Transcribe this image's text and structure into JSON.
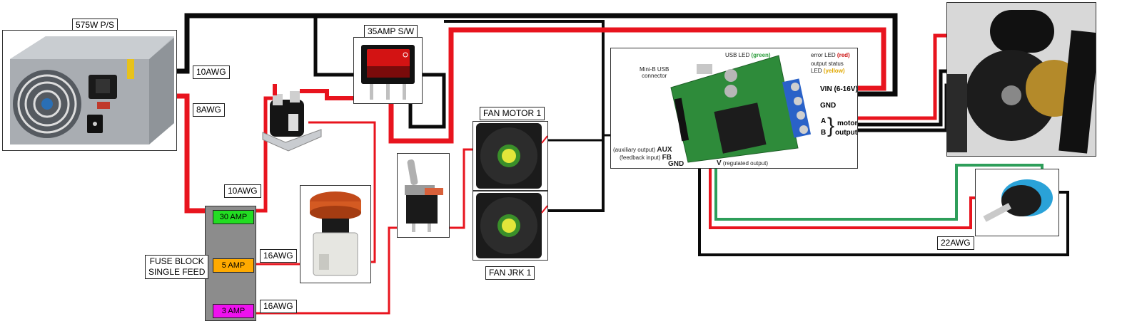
{
  "labels": {
    "psu": "575W P/S",
    "switch": "35AMP S/W",
    "fan_motor": "FAN MOTOR 1",
    "fan_jrk": "FAN JRK 1",
    "awg_10_top": "10AWG",
    "awg_8": "8AWG",
    "awg_10_mid": "10AWG",
    "awg_16_a": "16AWG",
    "awg_16_b": "16AWG",
    "awg_22": "22AWG",
    "fuse_block_line1": "FUSE BLOCK",
    "fuse_block_line2": "SINGLE FEED"
  },
  "fuses": [
    {
      "label": "30 AMP",
      "color": "#22dd22"
    },
    {
      "label": "5   AMP",
      "color": "#ffaa00"
    },
    {
      "label": "3   AMP",
      "color": "#ee11ee"
    }
  ],
  "controller": {
    "usb_led": "USB LED",
    "usb_led_color": "(green)",
    "error_led": "error LED",
    "error_led_color": "(red)",
    "output_status": "output status",
    "output_status_led": "LED",
    "output_status_color": "(yellow)",
    "mini_usb": "Mini-B USB",
    "mini_usb_2": "connector",
    "vin": "VIN (6-16V)",
    "gnd_right": "GND",
    "pin_a": "A",
    "pin_b": "B",
    "motor": "motor",
    "outputs": "outputs",
    "aux_desc": "(auxiliary output)",
    "aux": "AUX",
    "fb_desc": "(feedback input)",
    "fb": "FB",
    "gnd_left": "GND",
    "v_pin": "V",
    "v_desc": "(regulated output)"
  },
  "colors": {
    "wire_red": "#e8141e",
    "wire_black": "#0a0a0a",
    "wire_green": "#2e9e5a",
    "board_green": "#2e8b3a"
  }
}
